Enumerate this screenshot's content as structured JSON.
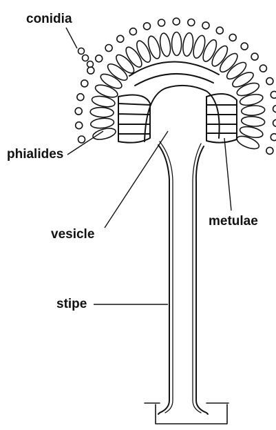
{
  "labels": {
    "conidia": "conidia",
    "phialides": "phialides",
    "vesicle": "vesicle",
    "metulae": "metulae",
    "stipe": "stipe"
  },
  "colors": {
    "ink": "#111111",
    "background": "#ffffff"
  }
}
